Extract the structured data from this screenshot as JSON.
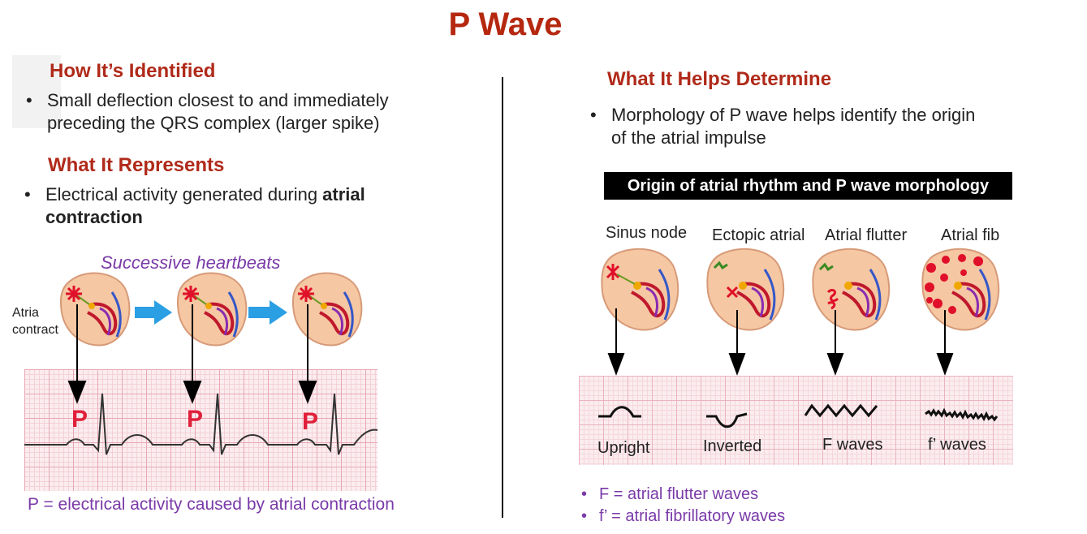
{
  "title": "P Wave",
  "left": {
    "identified": {
      "heading": "How It’s Identified",
      "bullet_line1": "Small deflection closest to and immediately",
      "bullet_line2": "preceding the QRS complex (larger spike)"
    },
    "represents": {
      "heading": "What It Represents",
      "bullet_prefix": "Electrical activity generated during ",
      "bullet_bold1": "atrial",
      "bullet_bold2": "contraction"
    },
    "figure": {
      "caption": "Successive heartbeats",
      "atria_line1": "Atria",
      "atria_line2": "contract",
      "p_label": "P"
    },
    "footer": "P = electrical activity caused by atrial contraction"
  },
  "right": {
    "determine": {
      "heading": "What It Helps Determine",
      "bullet_line1": "Morphology of P wave helps identify the origin",
      "bullet_line2": "of the atrial impulse"
    },
    "table_title": "Origin of atrial rhythm and P wave morphology",
    "origins": [
      "Sinus node",
      "Ectopic atrial",
      "Atrial flutter",
      "Atrial fib"
    ],
    "waves": [
      "Upright",
      "Inverted",
      "F waves",
      "f’ waves"
    ],
    "legend": [
      "F = atrial flutter waves",
      "f’ = atrial fibrillatory waves"
    ]
  }
}
